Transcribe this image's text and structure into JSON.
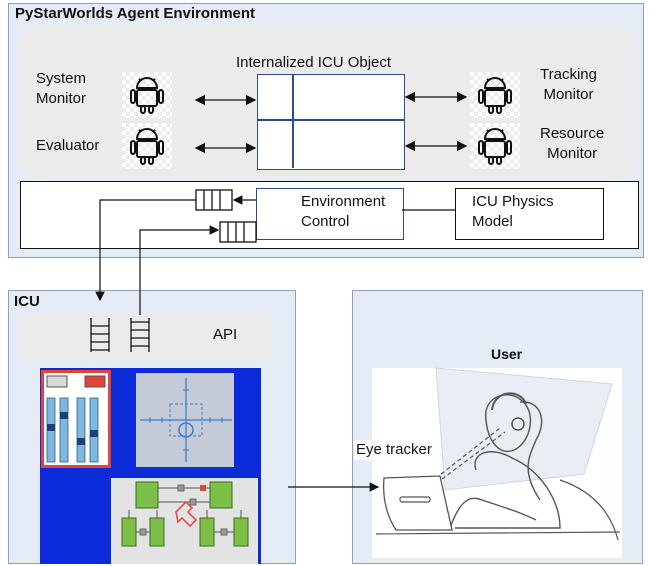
{
  "agent_env": {
    "title": "PyStarWorlds Agent Environment",
    "internalized_object": "Internalized ICU Object",
    "agents": {
      "system_monitor": "System\nMonitor",
      "evaluator": "Evaluator",
      "tracking_monitor": "Tracking\nMonitor",
      "resource_monitor": "Resource\nMonitor"
    },
    "environment_control": "Environment\nControl",
    "physics_model": "ICU Physics\nModel"
  },
  "icu": {
    "title": "ICU",
    "api_label": "API"
  },
  "user": {
    "title": "User",
    "eye_tracker": "Eye tracker"
  },
  "colors": {
    "panel_fill": "#e6ecf6",
    "panel_border": "#8ca0c3",
    "box_border": "#2d4a8f",
    "icu_screen": "#0b2bd8",
    "warning_red": "#e0443a",
    "module_green": "#7cc04a"
  },
  "icons": {
    "agent": "android-robot-icon",
    "queue": "message-queue-icon",
    "ladder": "api-queue-icon"
  }
}
